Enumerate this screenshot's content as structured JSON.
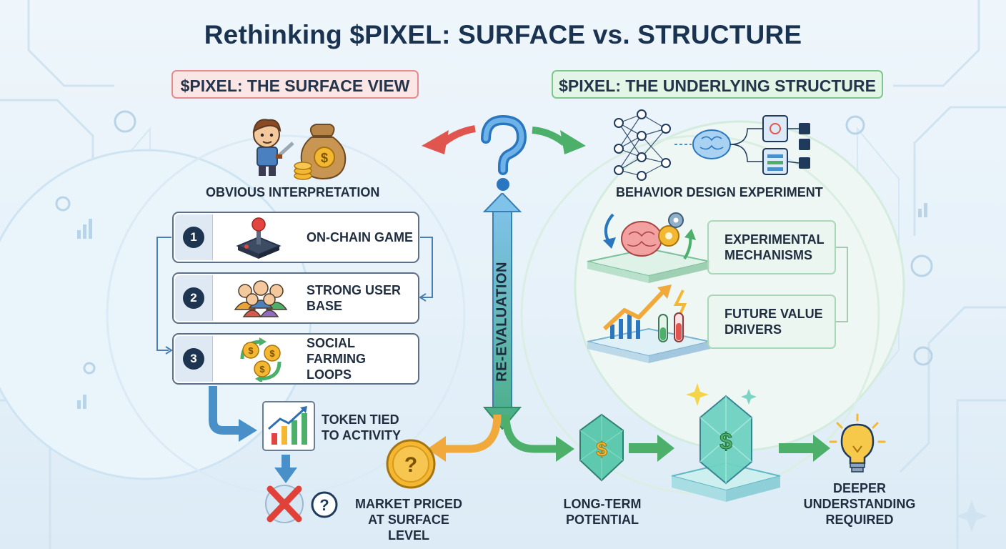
{
  "title": "Rethinking $PIXEL: SURFACE vs. STRUCTURE",
  "left": {
    "heading": "$PIXEL: THE SURFACE VIEW",
    "caption": "OBVIOUS INTERPRETATION",
    "items": [
      {
        "number": "1",
        "label": "ON-CHAIN GAME",
        "icon": "joystick-icon"
      },
      {
        "number": "2",
        "label": "STRONG USER BASE",
        "icon": "users-group-icon"
      },
      {
        "number": "3",
        "label": "SOCIAL FARMING LOOPS",
        "icon": "coin-cycle-icon"
      }
    ],
    "token": "TOKEN TIED TO ACTIVITY",
    "market": "MARKET PRICED AT SURFACE LEVEL"
  },
  "center": {
    "question_icon": "question-mark-icon",
    "axis_label": "RE-EVALUATION"
  },
  "right": {
    "heading": "$PIXEL: THE UNDERLYING STRUCTURE",
    "caption": "BEHAVIOR DESIGN EXPERIMENT",
    "items": [
      {
        "label": "EXPERIMENTAL MECHANISMS",
        "icon": "brain-gears-icon"
      },
      {
        "label": "FUTURE VALUE DRIVERS",
        "icon": "chart-lab-icon"
      }
    ],
    "long_term": "LONG-TERM POTENTIAL",
    "deeper": "DEEPER UNDERSTANDING REQUIRED"
  },
  "colors": {
    "title": "#1a3350",
    "left_accent": "#e58b8b",
    "right_accent": "#7cc88c",
    "blue_arrow": "#4a90c8",
    "green_arrow": "#4caf6a",
    "red_arrow": "#e0564e",
    "coin": "#f4b731",
    "gem": "#5fc9b0"
  }
}
